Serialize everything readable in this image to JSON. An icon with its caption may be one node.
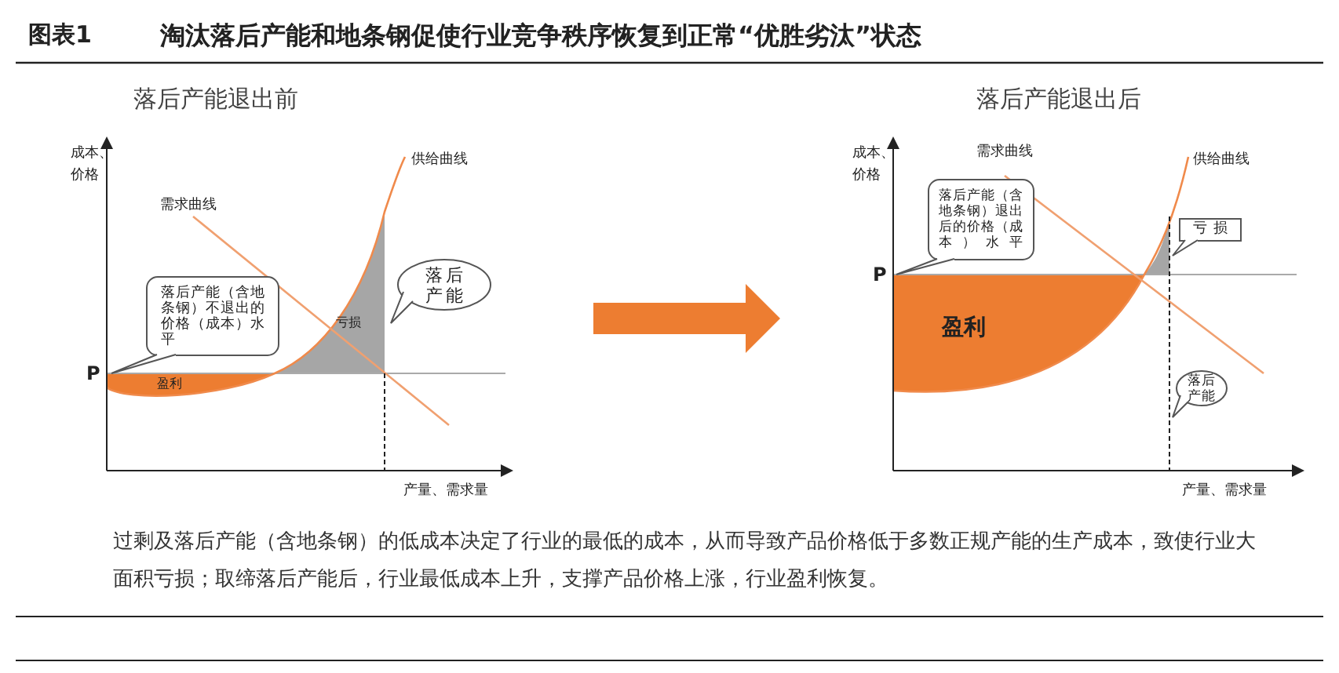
{
  "diagram": {
    "title": "淘汰落后产能和地条钢促使行业竞争秩序恢复到正常“优胜劣汰”状态",
    "caption": "过剩及落后产能（含地条钢）的低成本决定了行业的最低的成本，从而导致产品价格低于多数正规产能的生产成本，致使行业大面积亏损；取缔落后产能后，行业最低成本上升，支撑产品价格上涨，行业盈利恢复。",
    "nodes": [
      {
        "text": [
          "落后产能（含地条钢）不退出的价格（成本）水平"
        ]
      },
      {
        "text": [
          "落后产能"
        ]
      },
      {
        "text": [
          "落后产能（含地条钢）退出后的价格（成本）水平"
        ]
      },
      {
        "text": [
          "亏损"
        ]
      },
      {
        "text": [
          "落后产能"
        ]
      }
    ],
    "labels": [
      "图表1",
      "落后产能退出前",
      "落后产能退出后",
      "成本、价格",
      "供给曲线",
      "需求曲线",
      "亏损",
      "P",
      "盈利",
      "产量、需求量",
      "成本、价格",
      "需求曲线",
      "供给曲线",
      "P",
      "盈利",
      "产量、需求量"
    ]
  }
}
